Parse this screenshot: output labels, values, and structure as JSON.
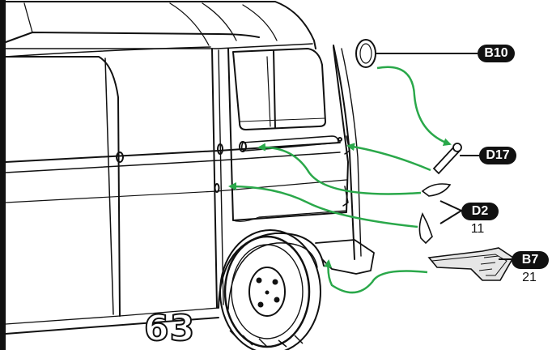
{
  "page_number": "63",
  "colors": {
    "arrow": "#2aa84a",
    "tag_bg": "#111111",
    "tag_text": "#ffffff",
    "outline": "#111111"
  },
  "parts": [
    {
      "code": "B10",
      "quantity": "",
      "item": "ring-washer"
    },
    {
      "code": "D17",
      "quantity": "",
      "item": "pin-rod"
    },
    {
      "code": "D2",
      "quantity": "11",
      "item": "hinge-cover"
    },
    {
      "code": "B7",
      "quantity": "21",
      "item": "rear-step"
    }
  ]
}
